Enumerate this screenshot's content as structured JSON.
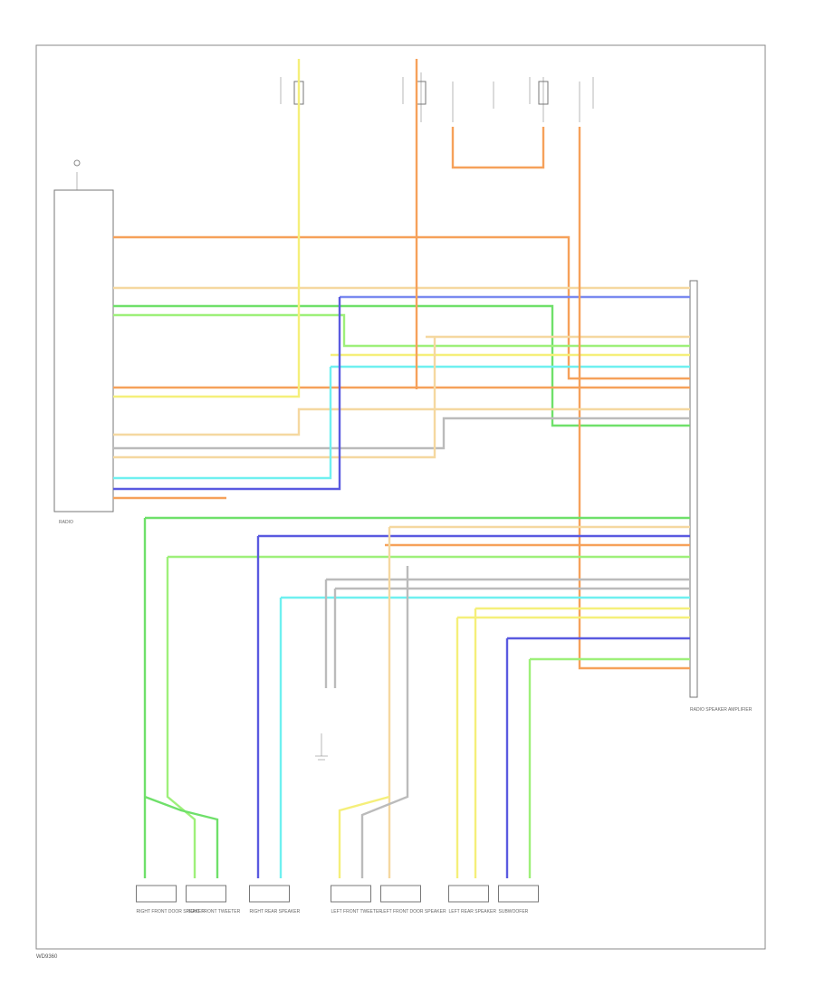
{
  "diagram_id": "WD9360",
  "wire_colors": {
    "orange": "#f6a15a",
    "yellow": "#f5ef7a",
    "blue": "#5a5ae0",
    "light_blue": "#7a8af0",
    "green": "#6fe06a",
    "light_green": "#9ef07a",
    "cyan": "#6ff0f0",
    "tan": "#f5d8a0",
    "gray": "#bbbbbb",
    "dark_orange": "#ee8840"
  },
  "components": {
    "left_module": "RADIO",
    "right_module": "RADIO SPEAKER AMPLIFIER",
    "speakers": [
      "RIGHT FRONT DOOR SPEAKER",
      "RIGHT FRONT TWEETER",
      "RIGHT REAR SPEAKER",
      "LEFT FRONT TWEETER",
      "LEFT FRONT DOOR SPEAKER",
      "LEFT REAR SPEAKER",
      "SUBWOOFER"
    ]
  }
}
